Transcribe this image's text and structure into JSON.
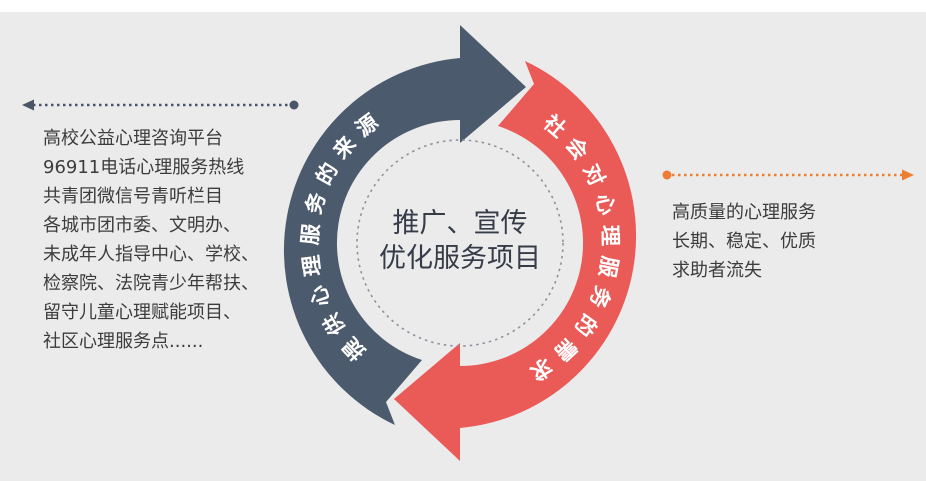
{
  "background": {
    "canvas_color": "#EBEBEC",
    "top_strip_color": "#FFFFFF"
  },
  "cycle": {
    "center_label": {
      "line1": "推广、宣传",
      "line2": "优化服务项目"
    },
    "left_arc_label": "提供心理服务的来源",
    "right_arc_label": "社会对心理服务的需求",
    "colors": {
      "left_arc": "#4B5A6C",
      "right_arc": "#EA5A57",
      "dotted_ring": "#8D929B",
      "center_text": "#363C47"
    }
  },
  "left_panel": {
    "arrow_color": "#4A5568",
    "lines": [
      "高校公益心理咨询平台",
      "96911电话心理服务热线",
      "共青团微信号青听栏目",
      "各城市团市委、文明办、",
      "未成年人指导中心、学校、",
      "检察院、法院青少年帮扶、",
      "留守儿童心理赋能项目、",
      "社区心理服务点......"
    ]
  },
  "right_panel": {
    "arrow_color": "#ED7D31",
    "lines": [
      "高质量的心理服务",
      "长期、稳定、优质",
      "求助者流失"
    ]
  }
}
